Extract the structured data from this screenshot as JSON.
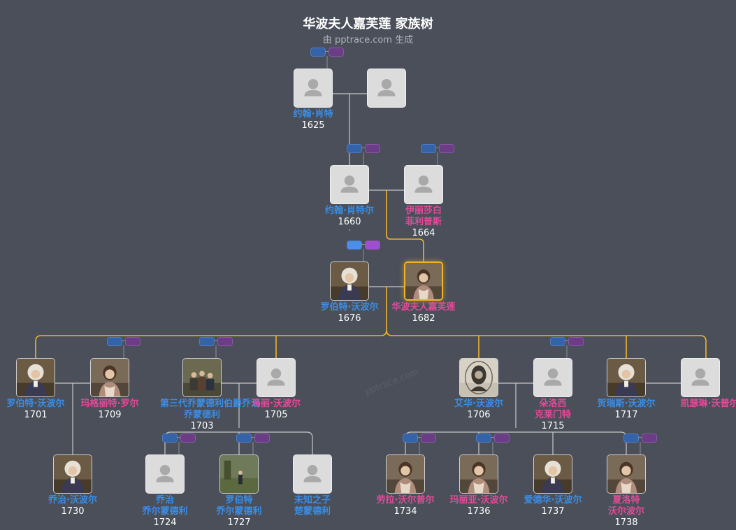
{
  "title": "华波夫人嘉芙莲 家族树",
  "subtitle": "由 pptrace.com 生成",
  "watermark": "pptrace.com",
  "colors": {
    "background": "#4a4f59",
    "male": "#3a8ee6",
    "female": "#e34b9a",
    "direct_line": "#f0b429",
    "link": "#c8c8c8"
  },
  "people": [
    {
      "id": "john-shorter",
      "lines": [
        "约翰·肖特"
      ],
      "year": "1625",
      "gender": "male",
      "photo": false
    },
    {
      "id": "john-shorter-spouse",
      "lines": [
        ""
      ],
      "year": "",
      "gender": "female",
      "photo": false
    },
    {
      "id": "john-shorter-jr",
      "lines": [
        "约翰·肖特尔"
      ],
      "year": "1660",
      "gender": "male",
      "photo": false
    },
    {
      "id": "elizabeth-philipps",
      "lines": [
        "伊丽莎白",
        "菲利普斯"
      ],
      "year": "1664",
      "gender": "female",
      "photo": false
    },
    {
      "id": "robert-walpole-1676",
      "lines": [
        "罗伯特·沃波尔"
      ],
      "year": "1676",
      "gender": "male",
      "photo": true,
      "icon": "portrait-man-icon"
    },
    {
      "id": "catherine-walpole",
      "lines": [
        "华波夫人嘉芙莲"
      ],
      "year": "1682",
      "gender": "female",
      "photo": true,
      "focus": true,
      "icon": "portrait-woman-icon"
    },
    {
      "id": "robert-walpole-1701",
      "lines": [
        "罗伯特·沃波尔"
      ],
      "year": "1701",
      "gender": "male",
      "photo": true,
      "icon": "portrait-man-icon"
    },
    {
      "id": "margaret-rolle",
      "lines": [
        "玛格丽特·罗尔"
      ],
      "year": "1709",
      "gender": "female",
      "photo": true,
      "icon": "portrait-woman-icon"
    },
    {
      "id": "george-cholmondeley",
      "lines": [
        "第三代乔蒙德利伯爵乔治",
        "乔蒙德利"
      ],
      "year": "1703",
      "gender": "male",
      "photo": true,
      "icon": "portrait-group-icon"
    },
    {
      "id": "mary-walpole",
      "lines": [
        "玛丽·沃波尔"
      ],
      "year": "1705",
      "gender": "female",
      "photo": false
    },
    {
      "id": "edward-walpole",
      "lines": [
        "艾华·沃波尔"
      ],
      "year": "1706",
      "gender": "male",
      "photo": true,
      "icon": "portrait-engraving-icon"
    },
    {
      "id": "dorothy-clement",
      "lines": [
        "朵洛西",
        "克莱门特"
      ],
      "year": "1715",
      "gender": "female",
      "photo": false
    },
    {
      "id": "horace-walpole",
      "lines": [
        "贺瑞斯·沃波尔"
      ],
      "year": "1717",
      "gender": "male",
      "photo": true,
      "icon": "portrait-man-icon"
    },
    {
      "id": "katherine-walpole",
      "lines": [
        "凯瑟琳·沃普尔"
      ],
      "year": "",
      "gender": "female",
      "photo": false
    },
    {
      "id": "george-walpole",
      "lines": [
        "乔治·沃波尔"
      ],
      "year": "1730",
      "gender": "male",
      "photo": true,
      "icon": "portrait-man-icon"
    },
    {
      "id": "george-cholmondeley-jr",
      "lines": [
        "乔治",
        "乔尔蒙德利"
      ],
      "year": "1724",
      "gender": "male",
      "photo": false
    },
    {
      "id": "robert-cholmondeley",
      "lines": [
        "罗伯特",
        "乔尔蒙德利"
      ],
      "year": "1727",
      "gender": "male",
      "photo": true,
      "icon": "portrait-landscape-icon"
    },
    {
      "id": "unknown-child",
      "lines": [
        "未知之子",
        "楚蒙德利"
      ],
      "year": "",
      "gender": "male",
      "photo": false
    },
    {
      "id": "laura-walpole",
      "lines": [
        "劳拉·沃尔普尔"
      ],
      "year": "1734",
      "gender": "female",
      "photo": true,
      "icon": "portrait-woman-icon"
    },
    {
      "id": "maria-walpole",
      "lines": [
        "玛丽亚·沃波尔"
      ],
      "year": "1736",
      "gender": "female",
      "photo": true,
      "icon": "portrait-woman-icon"
    },
    {
      "id": "edward-walpole-1737",
      "lines": [
        "爱德华·沃波尔"
      ],
      "year": "1737",
      "gender": "male",
      "photo": true,
      "icon": "portrait-man-icon"
    },
    {
      "id": "charlotte-walpole",
      "lines": [
        "夏洛特",
        "沃尔波尔"
      ],
      "year": "1738",
      "gender": "female",
      "photo": true,
      "icon": "portrait-woman-icon"
    }
  ]
}
